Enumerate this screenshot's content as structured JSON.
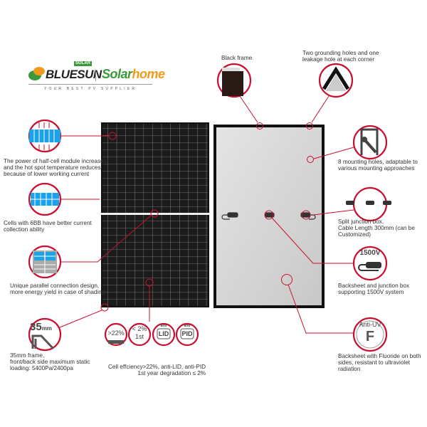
{
  "brand": {
    "name": "BLUESUN",
    "badge": "SOLAR",
    "partner_a": "Solar",
    "partner_b": "home",
    "tagline": "YOUR BEST PV SUPPLIER"
  },
  "colors": {
    "accent": "#c8102e",
    "green": "#3a9a3a",
    "orange": "#f39a1e",
    "cell_blue": "#1aa3e8"
  },
  "left_features": [
    {
      "icon": "half-cell-icon",
      "text": [
        "The power of half-cell module increases",
        "and the hot spot temperature reduces",
        "because of lower working current"
      ]
    },
    {
      "icon": "busbar-icon",
      "text": [
        "Cells with 6BB have better current",
        "collection ability"
      ]
    },
    {
      "icon": "parallel-connection-icon",
      "text": [
        "Unique parallel connection design,",
        "more energy yield in case of shading"
      ]
    },
    {
      "icon": "frame-35mm-icon",
      "label": "35",
      "unit": "mm",
      "text": [
        "35mm frame,",
        "front/back side maximum static",
        "loading: 5400Pa/2400pa"
      ]
    }
  ],
  "bottom_icons": [
    {
      "icon": "efficiency-icon",
      "label": ">22%"
    },
    {
      "icon": "degradation-icon",
      "label": "< 2%",
      "sub": "1st"
    },
    {
      "icon": "anti-lid-icon",
      "top": "anti",
      "label": "LID"
    },
    {
      "icon": "anti-pid-icon",
      "top": "anti",
      "label": "PID"
    }
  ],
  "bottom_text": [
    "Cell effciency>22%, anti-LID,  anti-PID",
    "1st year degradation ≤ 2%"
  ],
  "top_right": [
    {
      "icon": "black-frame-icon",
      "text": [
        "Black frame"
      ]
    },
    {
      "icon": "frame-corner-icon",
      "text": [
        "Two grounding holes and one",
        "leakage hole at each corner"
      ]
    }
  ],
  "right_features": [
    {
      "icon": "wrench-icon",
      "text": [
        "8 mounting holes, adaptable to",
        "various mounting approaches"
      ]
    },
    {
      "icon": "junction-box-icon",
      "text": [
        "Split junction box,",
        "Cable Length 300mm (can be",
        "Customized)"
      ]
    },
    {
      "icon": "cable-1500v-icon",
      "label": "1500V",
      "text": [
        "Backsheet and junction box",
        "supporting 1500V system"
      ]
    },
    {
      "icon": "anti-uv-icon",
      "label": "Anti-UV",
      "letter": "F",
      "text": [
        "Backsheet with Fluoride on both",
        "sides, resistant to ultraviolet",
        "radiation"
      ]
    }
  ]
}
